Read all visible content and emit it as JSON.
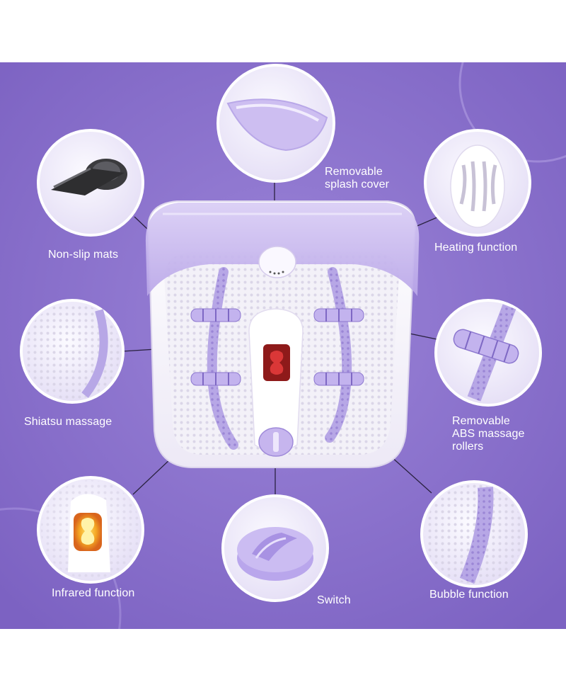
{
  "colors": {
    "background": "#8A70CC",
    "accent_lavender": "#C7B7EE",
    "connector": "#2A2240",
    "label_text": "#FFFFFF"
  },
  "features": [
    {
      "id": "splash-cover",
      "label": "Removable\nsplash cover",
      "icon": "splash-cover-photo"
    },
    {
      "id": "non-slip-mats",
      "label": "Non-slip mats",
      "icon": "non-slip-mat-photo"
    },
    {
      "id": "heating",
      "label": "Heating function",
      "icon": "heater-photo"
    },
    {
      "id": "shiatsu",
      "label": "Shiatsu massage",
      "icon": "shiatsu-nodes-photo"
    },
    {
      "id": "rollers",
      "label": "Removable\nABS massage\nrollers",
      "icon": "roller-photo"
    },
    {
      "id": "infrared",
      "label": "Infrared function",
      "icon": "infrared-light-photo"
    },
    {
      "id": "switch",
      "label": "Switch",
      "icon": "switch-knob-photo"
    },
    {
      "id": "bubble",
      "label": "Bubble function",
      "icon": "bubble-channel-photo"
    }
  ]
}
